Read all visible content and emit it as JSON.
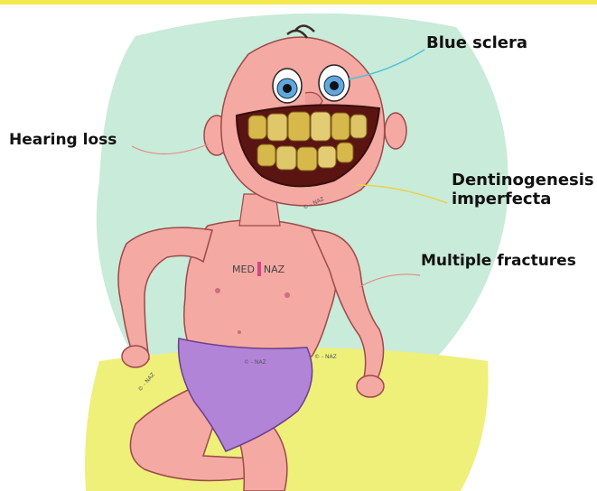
{
  "labels": {
    "blue_sclera": "Blue sclera",
    "hearing_loss": "Hearing loss",
    "dentinogenesis_line1": "Dentinogenesis",
    "dentinogenesis_line2": "imperfecta",
    "multiple_fractures": "Multiple fractures"
  },
  "logo": {
    "left": "MED",
    "right": "NAZ"
  },
  "signature": "© - NAZ",
  "colors": {
    "top_strip": "#f3e84e",
    "background_blob": "#c9ebd9",
    "ground": "#eef07a",
    "skin": "#f4a9a3",
    "skin_shade": "#e98a86",
    "diaper": "#b184d8",
    "iris": "#5fa8df",
    "teeth": "#d7b84a",
    "line_blue": "#4cc3d8",
    "line_yellow": "#e8d24f",
    "line_pink": "#e58a8a"
  }
}
